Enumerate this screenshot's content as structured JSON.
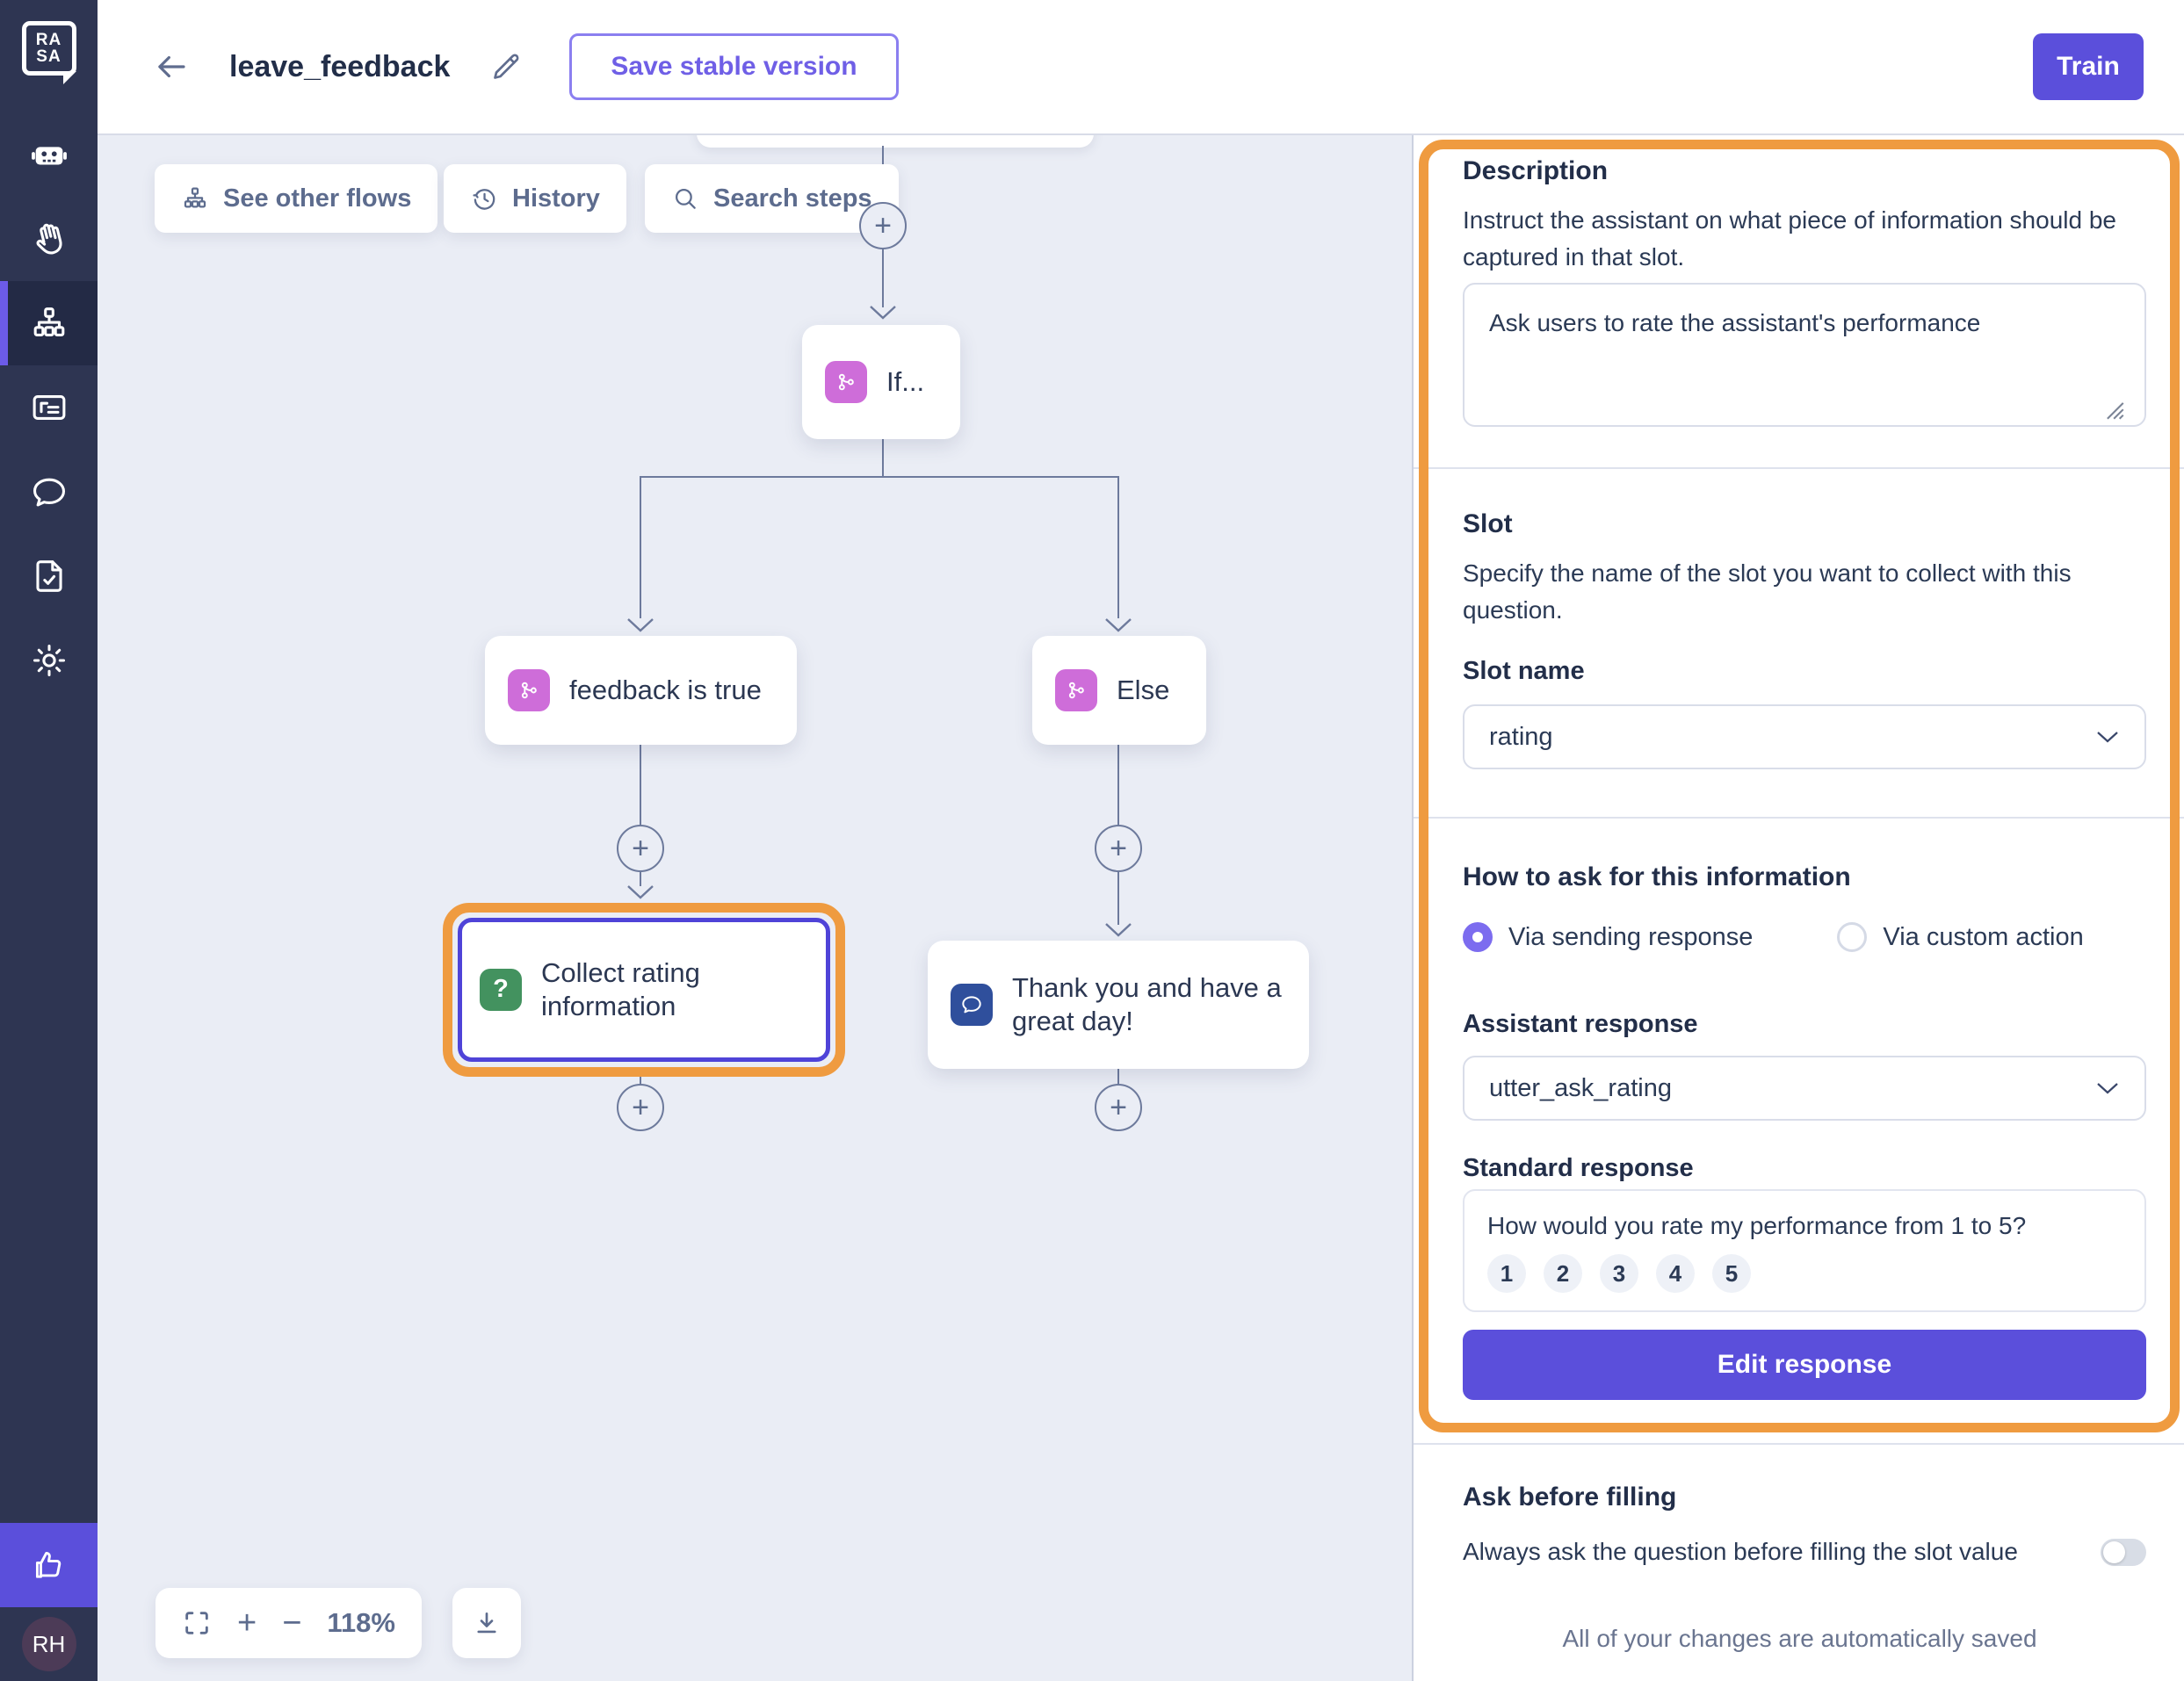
{
  "header": {
    "title": "leave_feedback",
    "save_label": "Save stable version",
    "train_label": "Train"
  },
  "sidebar": {
    "logo_top": "RA",
    "logo_bottom": "SA",
    "icons": [
      "robot-icon",
      "hand-wave-icon",
      "flows-icon",
      "board-icon",
      "chat-icon",
      "doc-check-icon",
      "gear-icon",
      "thumbs-up-icon"
    ],
    "active_item": "flows",
    "avatar": "RH"
  },
  "canvas": {
    "toolbar": {
      "see_other_flows": "See other flows",
      "history": "History",
      "search_steps": "Search steps"
    },
    "nodes": {
      "if_label": "If...",
      "feedback_label": "feedback is true",
      "else_label": "Else",
      "collect_label": "Collect rating information",
      "thanks_label": "Thank you and have a great day!"
    },
    "zoom_controls": {
      "level": "118%"
    }
  },
  "panel": {
    "description": {
      "heading": "Description",
      "help": "Instruct the assistant on what piece of information should be captured in that slot.",
      "value": "Ask users to rate the assistant's performance"
    },
    "slot": {
      "heading": "Slot",
      "help": "Specify the name of the slot you want to collect with this question.",
      "name_label": "Slot name",
      "name_value": "rating"
    },
    "ask": {
      "heading": "How to ask for this information",
      "radio_response": "Via sending response",
      "radio_action": "Via custom action",
      "assistant_response_label": "Assistant response",
      "assistant_response_value": "utter_ask_rating",
      "standard_response_label": "Standard response",
      "question": "How would you rate my performance from 1 to 5?",
      "options": [
        "1",
        "2",
        "3",
        "4",
        "5"
      ],
      "edit_button": "Edit response"
    },
    "ask_before": {
      "heading": "Ask before filling",
      "toggle_label": "Always ask the question before filling the slot value",
      "toggle_state": "off"
    },
    "footer": "All of your changes are automatically saved"
  },
  "icons": {
    "plus": "+",
    "minus": "−",
    "question": "?"
  },
  "colors": {
    "sidebar_bg": "#2E3552",
    "accent_purple": "#5B4FDB",
    "highlight_orange": "#EF9B40",
    "canvas_bg": "#EAEDF5",
    "branch_pink": "#CE6DD9",
    "collect_green": "#43925F",
    "message_blue": "#2F4F9C",
    "selected_border": "#4F43D8",
    "text_dark": "#2B3A55",
    "text_muted": "#5D6C8E"
  }
}
